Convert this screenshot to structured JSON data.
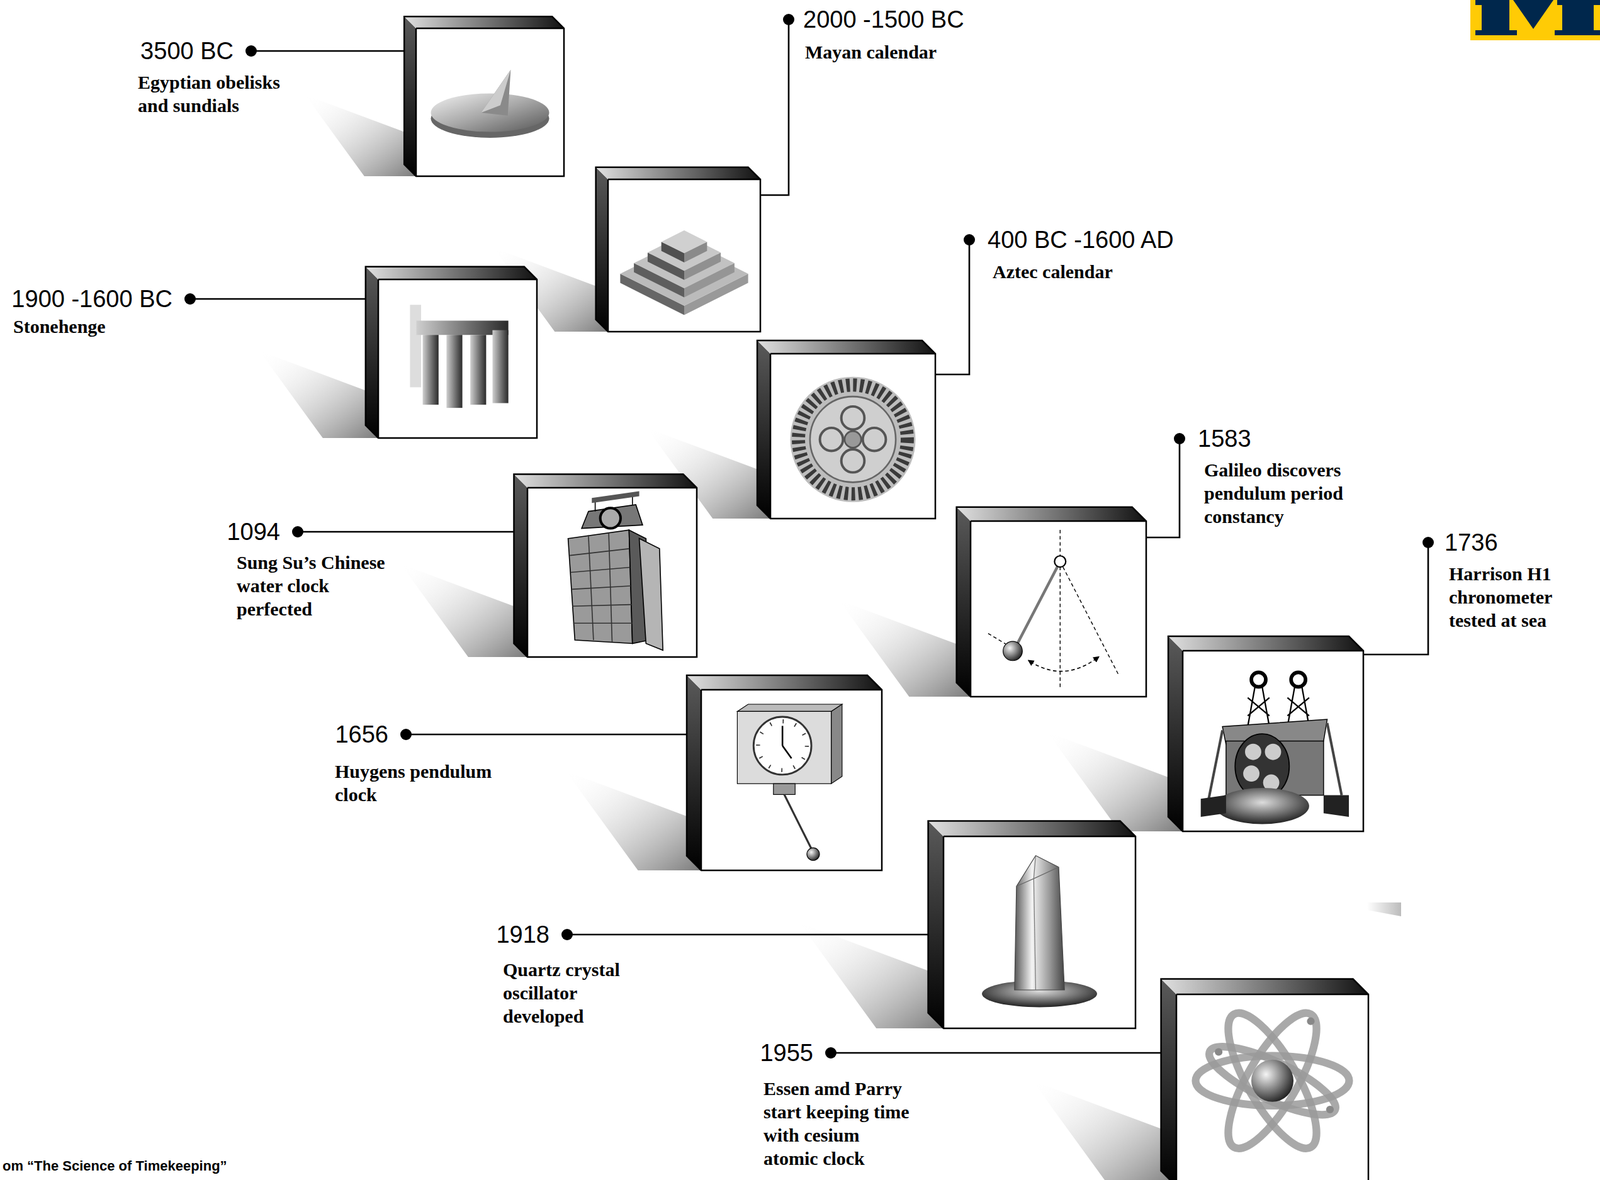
{
  "diagram": {
    "labels": [
      "3500 BC",
      "Egyptian obelisks and sundials",
      "2000 -1500 BC",
      "Mayan calendar",
      "1900 -1600 BC",
      "Stonehenge",
      "400 BC -1600 AD",
      "Aztec calendar",
      "1094",
      "Sung Su’s Chinese water clock perfected",
      "1583",
      "Galileo discovers pendulum period constancy",
      "1656",
      "Huygens pendulum clock",
      "1736",
      "Harrison H1 chronometer tested at sea",
      "1918",
      "Quartz crystal oscillator developed",
      "1955",
      "Essen amd Parry start keeping time with cesium atomic clock",
      "om “The Science of Timekeeping”"
    ]
  }
}
